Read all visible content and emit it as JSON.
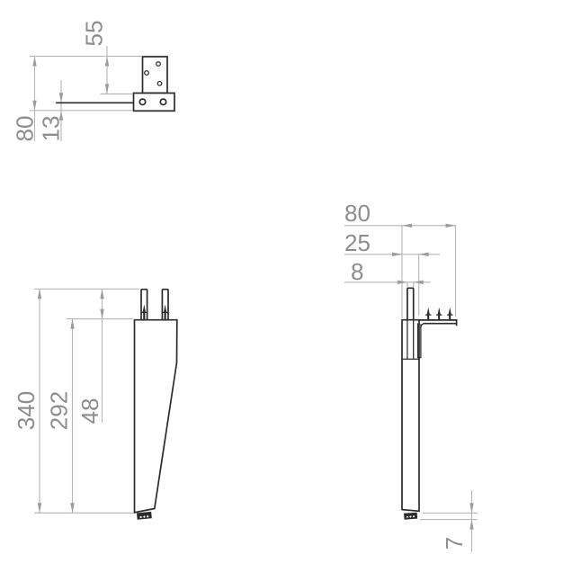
{
  "colors": {
    "background": "#ffffff",
    "part-line": "#2b2b2b",
    "part-fill": "#ffffff",
    "dim-line": "#b5b5b5",
    "dim-arrow": "#9b9b9b",
    "dim-text": "#8d8d8d"
  },
  "drawing": {
    "views": {
      "bracket_front": {
        "dims": {
          "plate_height": "55",
          "overall_height": "80",
          "leg_offset": "13"
        }
      },
      "leg_side": {
        "dims": {
          "overall_length": "340",
          "body_length": "292",
          "bolt_length": "48"
        }
      },
      "leg_front": {
        "dims": {
          "plate_width": "80",
          "leg_width": "25",
          "bolt_diameter": "8",
          "foot_height": "7"
        }
      }
    }
  }
}
